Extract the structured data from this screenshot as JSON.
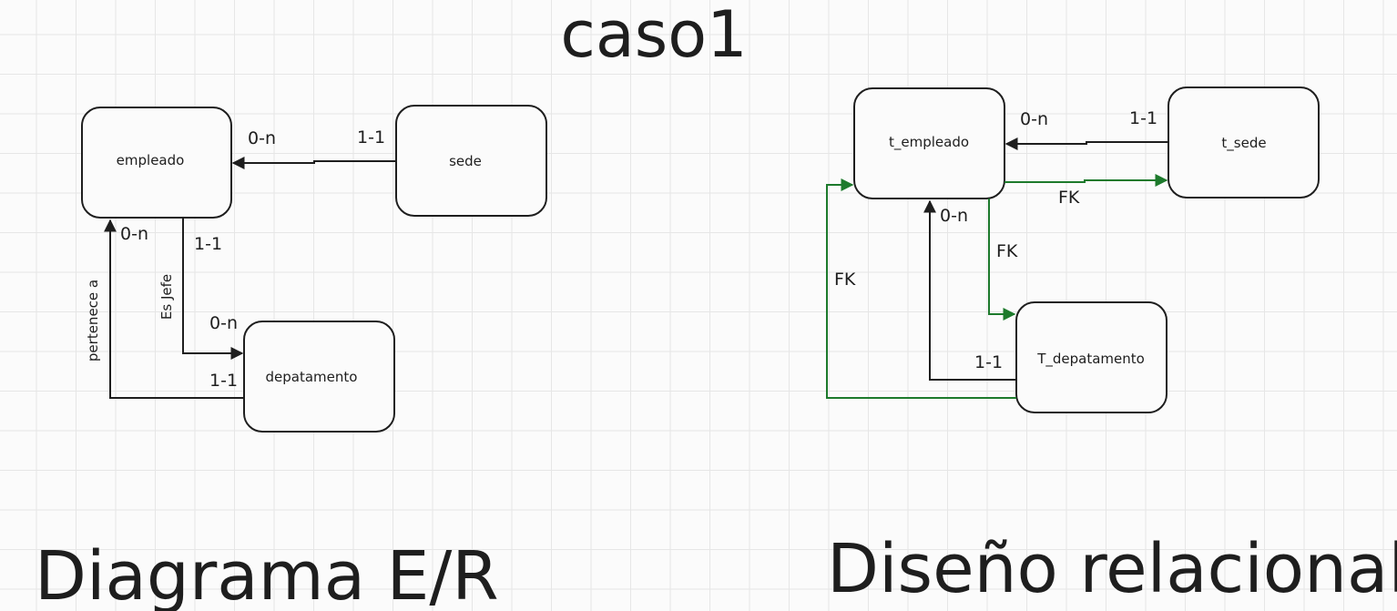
{
  "title": "caso1",
  "er_diagram": {
    "heading": "Diagrama E/R",
    "entities": {
      "empleado": "empleado",
      "sede": "sede",
      "depatamento": "depatamento"
    },
    "relationships": {
      "sede_empleado": {
        "from_card": "1-1",
        "to_card": "0-n"
      },
      "es_jefe": {
        "label": "Es Jefe",
        "from_card": "1-1",
        "to_card": "0-n"
      },
      "pertenece_a": {
        "label": "pertenece a",
        "from_card": "1-1",
        "to_card": "0-n"
      }
    }
  },
  "relational_design": {
    "heading": "Diseño relacional",
    "tables": {
      "t_empleado": "t_empleado",
      "t_sede": "t_sede",
      "t_depatamento": "T_depatamento"
    },
    "relationships": {
      "sede_empleado": {
        "from_card": "1-1",
        "to_card": "0-n"
      },
      "depto_empleado": {
        "from_card": "1-1",
        "to_card": "0-n"
      },
      "fk_empleado_sede": {
        "label": "FK"
      },
      "fk_empleado_depto": {
        "label": "FK"
      },
      "fk_depto_empleado": {
        "label": "FK"
      }
    },
    "colors": {
      "fk_edge": "#1d7a2c"
    }
  }
}
